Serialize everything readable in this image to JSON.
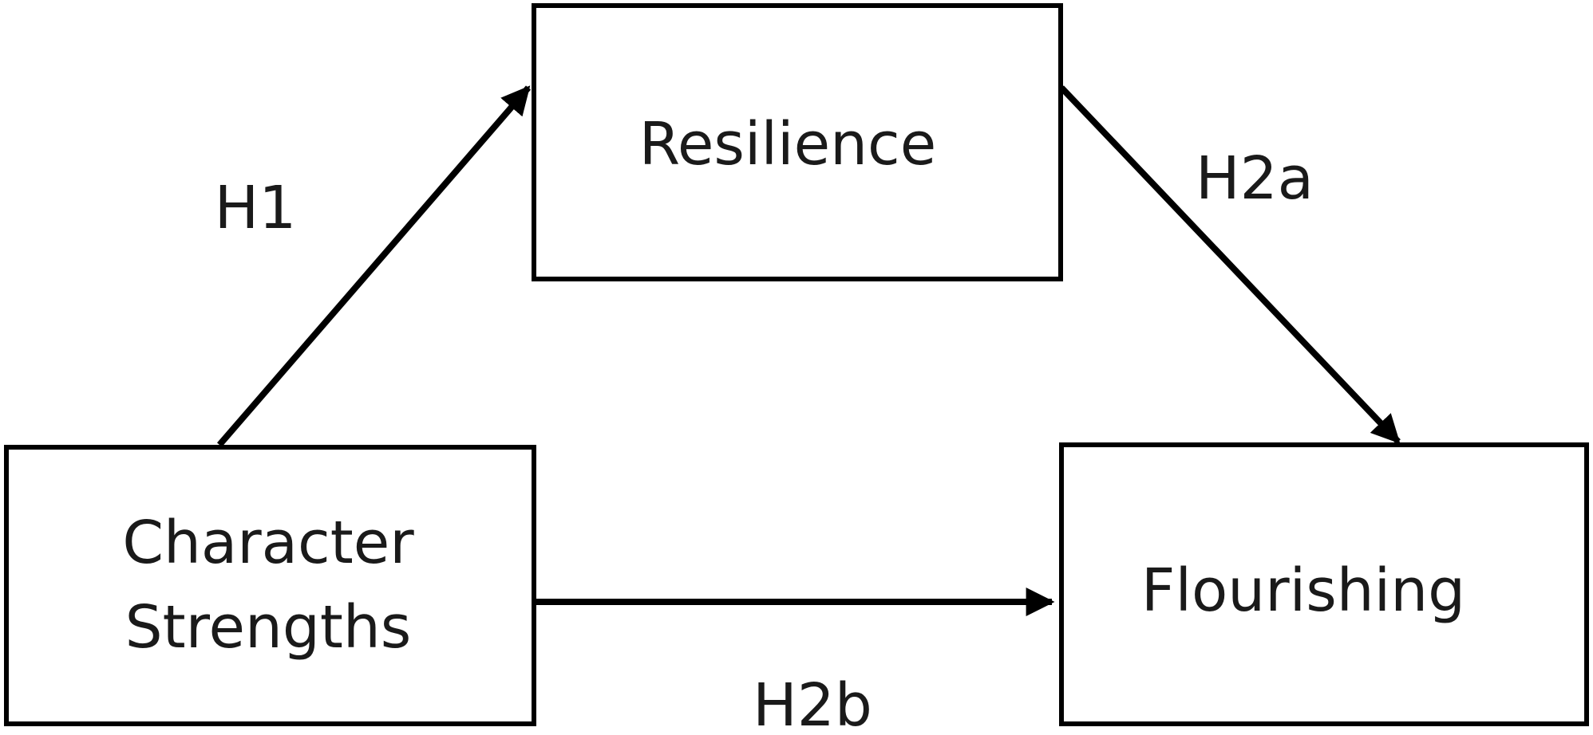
{
  "nodes": {
    "resilience": {
      "label": "Resilience"
    },
    "character_strengths": {
      "label_line1": "Character",
      "label_line2": "Strengths"
    },
    "flourishing": {
      "label": "Flourishing"
    }
  },
  "edges": {
    "h1": {
      "label": "H1",
      "from": "Character Strengths",
      "to": "Resilience"
    },
    "h2a": {
      "label": "H2a",
      "from": "Resilience",
      "to": "Flourishing"
    },
    "h2b": {
      "label": "H2b",
      "from": "Character Strengths",
      "to": "Flourishing"
    }
  },
  "colors": {
    "stroke": "#000000",
    "text": "#1a1a1a",
    "background": "#ffffff"
  }
}
